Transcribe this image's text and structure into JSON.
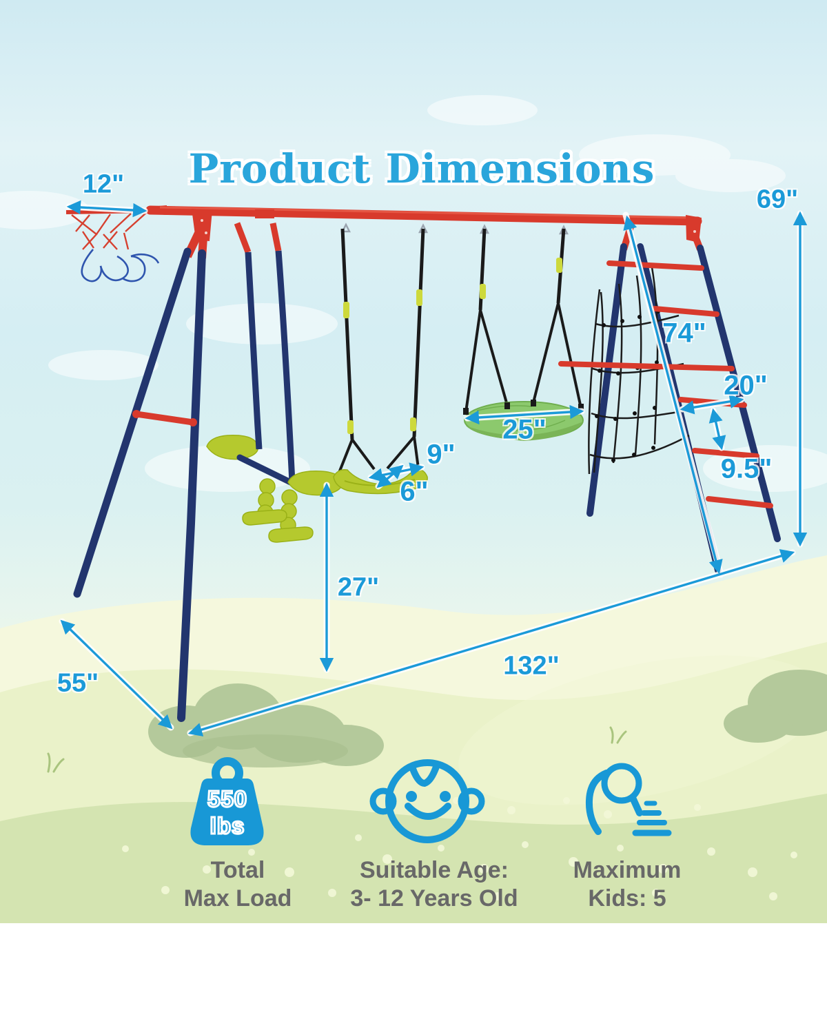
{
  "title": "Product Dimensions",
  "dimensions": {
    "hoop_rim_width": "12\"",
    "overall_height": "69\"",
    "climb_ladder_length": "74\"",
    "ladder_rung_width": "20\"",
    "ladder_rung_spacing": "9.5\"",
    "saucer_swing_diameter": "25\"",
    "swing_seat_depth": "9\"",
    "swing_seat_width": "6\"",
    "seat_height_from_ground": "27\"",
    "overall_length": "132\"",
    "overall_depth": "55\""
  },
  "weight_badge": {
    "value": "550",
    "unit": "lbs"
  },
  "features": [
    {
      "icon": "weight-icon",
      "label_line1": "Total",
      "label_line2": "Max Load"
    },
    {
      "icon": "baby-face-icon",
      "label_line1": "Suitable Age:",
      "label_line2": "3- 12 Years Old"
    },
    {
      "icon": "person-climbing-icon",
      "label_line1": "Maximum",
      "label_line2": "Kids: 5"
    }
  ],
  "colors": {
    "dimension_text": "#1b9ad8",
    "title_text": "#2aa5db",
    "frame_red": "#d83a2c",
    "frame_navy": "#22356e",
    "seat_green": "#b5c92e",
    "saucer_green": "#8cc96d",
    "feature_text": "#686868",
    "icon_blue": "#1898d6"
  }
}
